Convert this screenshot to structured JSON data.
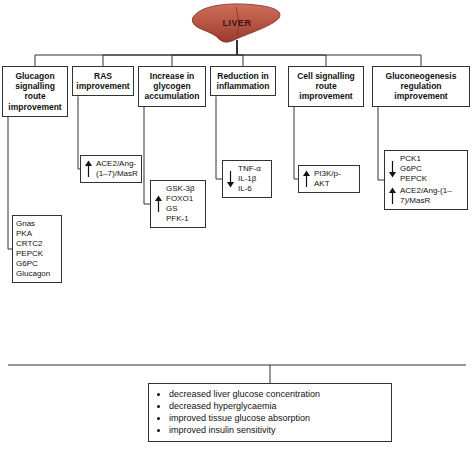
{
  "diagram": {
    "nodes": [
      {
        "text": [
          "LIVER"
        ]
      },
      {
        "text": [
          "Glucagon signalling route improvement"
        ]
      },
      {
        "text": [
          "RAS improvement"
        ]
      },
      {
        "text": [
          "Increase in glycogen accumulation"
        ]
      },
      {
        "text": [
          "Reduction in inflammation"
        ]
      },
      {
        "text": [
          "Cell signalling route improvement"
        ]
      },
      {
        "text": [
          "Gluconeogenesis regulation improvement"
        ]
      },
      {
        "text": [
          "Gnas",
          "PKA",
          "CRTC2",
          "PEPCK",
          "G6PC",
          "Glucagon"
        ]
      },
      {
        "text": [
          "ACE2/Ang-(1–7)/MasR"
        ]
      },
      {
        "text": [
          "GSK-3β",
          "FOXO1",
          "GS",
          "PFK-1"
        ]
      },
      {
        "text": [
          "TNF-α",
          "IL-1β",
          "IL-6"
        ]
      },
      {
        "text": [
          "PI3K/p-AKT"
        ]
      },
      {
        "text": [
          "PCK1",
          "G6PC",
          "PEPCK",
          "ACE2/Ang-(1–7)/MasR"
        ]
      },
      {
        "text": [
          "decreased liver glucose concentration",
          "decreased hyperglycaemia",
          "improved tissue glucose absorption",
          "improved insulin sensitivity"
        ]
      }
    ],
    "edges": [
      {
        "from": 0,
        "to": 1,
        "arrow": "none"
      },
      {
        "from": 0,
        "to": 2,
        "arrow": "none"
      },
      {
        "from": 0,
        "to": 3,
        "arrow": "none"
      },
      {
        "from": 0,
        "to": 4,
        "arrow": "none"
      },
      {
        "from": 0,
        "to": 5,
        "arrow": "none"
      },
      {
        "from": 0,
        "to": 6,
        "arrow": "none"
      },
      {
        "from": 1,
        "to": 7,
        "arrow": "none"
      },
      {
        "from": 2,
        "to": 8,
        "arrow": "none"
      },
      {
        "from": 3,
        "to": 9,
        "arrow": "none"
      },
      {
        "from": 4,
        "to": 10,
        "arrow": "none"
      },
      {
        "from": 5,
        "to": 11,
        "arrow": "none"
      },
      {
        "from": 6,
        "to": 12,
        "arrow": "none"
      }
    ]
  }
}
